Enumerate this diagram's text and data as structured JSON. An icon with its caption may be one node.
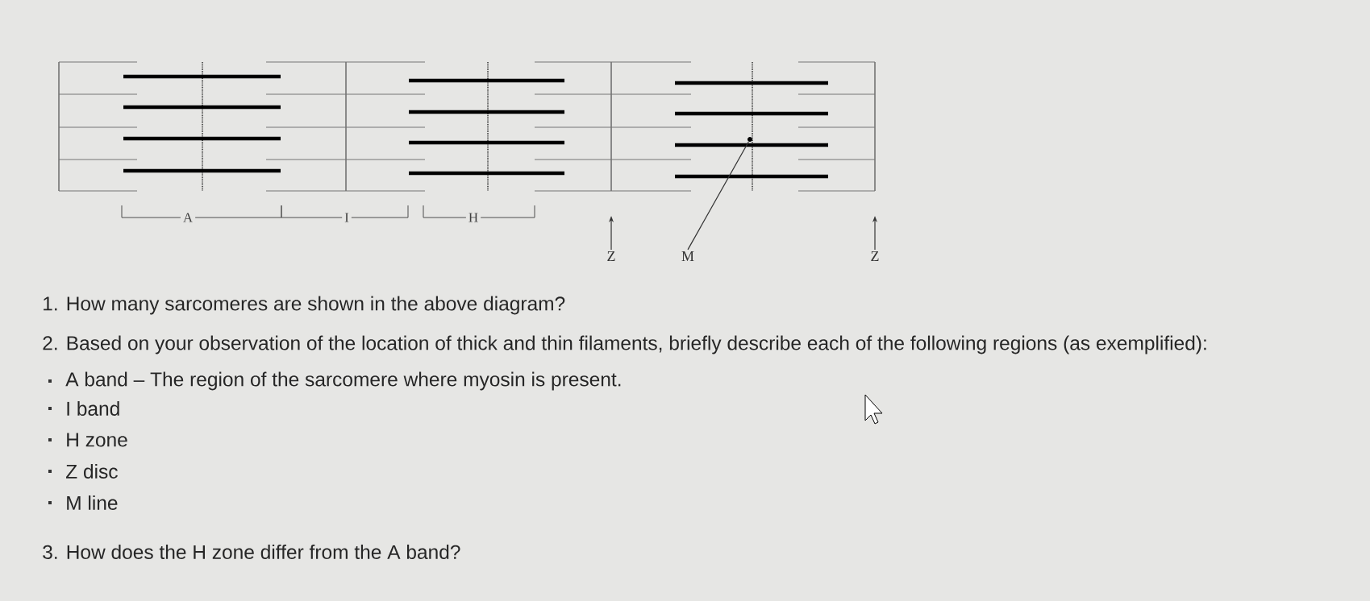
{
  "diagram": {
    "nodes": [
      {
        "text": [
          "Z"
        ]
      },
      {
        "text": [
          "M"
        ]
      },
      {
        "text": [
          "Z"
        ]
      },
      {
        "text": [],
        "shape": "circle"
      }
    ],
    "edges": [
      {
        "from": 0,
        "to": null,
        "arrow": "to"
      },
      {
        "from": 1,
        "to": 3,
        "arrow": "none"
      },
      {
        "from": 2,
        "to": null,
        "arrow": "to"
      }
    ],
    "labels": [
      "A",
      "I",
      "H",
      "1. How many sarcomeres are shown in the above diagram?",
      "2. Based on your observation of the location of thick and thin filaments, briefly describe each of the following regions (as exemplified):",
      "A band – The region of the sarcomere where myosin is present.",
      "I band",
      "H zone",
      "Z disc",
      "M line",
      "3. How does the H zone differ from the A band?"
    ]
  }
}
